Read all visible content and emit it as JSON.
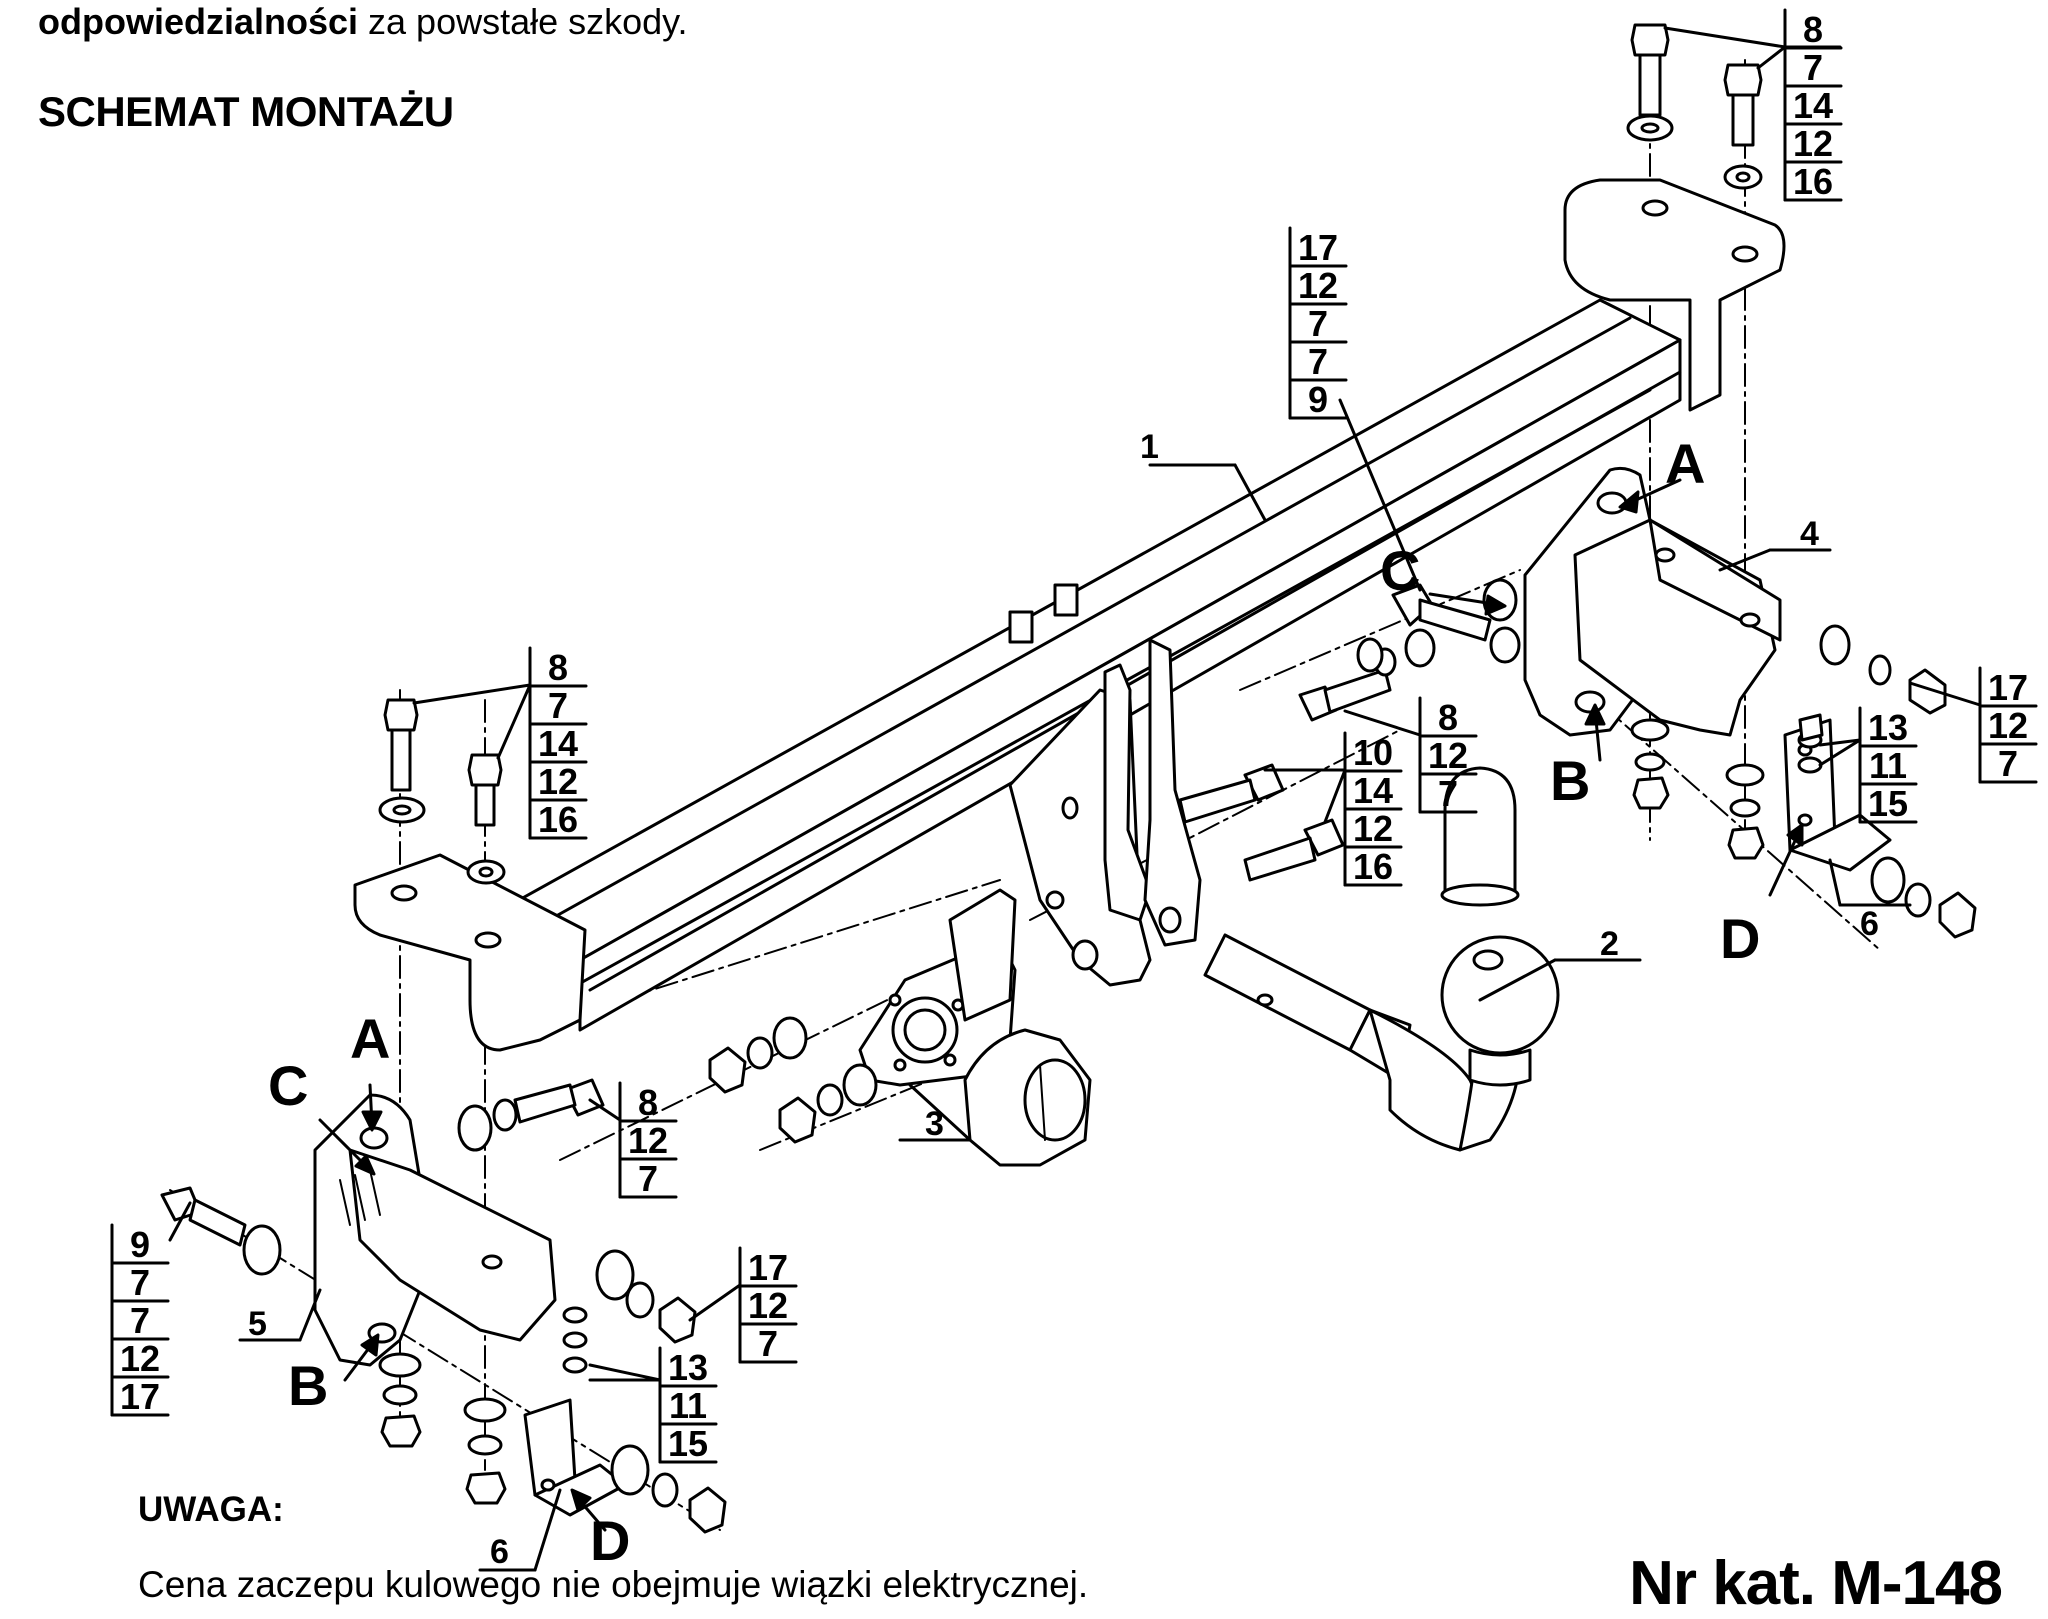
{
  "intro": {
    "bold": "odpowiedzialności",
    "rest": " za powstałe szkody."
  },
  "heading": "SCHEMAT MONTAŻU",
  "note": {
    "title": "UWAGA:",
    "body": "Cena zaczepu kulowego nie obejmuje wiązki elektrycznej."
  },
  "catalog": "Nr kat. M-148",
  "stacks": {
    "top_right": [
      "8",
      "7",
      "14",
      "12",
      "16"
    ],
    "center_top": [
      "17",
      "12",
      "7",
      "7",
      "9"
    ],
    "left_upper": [
      "8",
      "7",
      "14",
      "12",
      "16"
    ],
    "center_mid": [
      "8",
      "12",
      "7"
    ],
    "center_bolts": [
      "10",
      "14",
      "12",
      "16"
    ],
    "right_nuts": [
      "17",
      "12",
      "7"
    ],
    "right_bracket": [
      "13",
      "11",
      "15"
    ],
    "left_mid": [
      "8",
      "12",
      "7"
    ],
    "left_lower": [
      "9",
      "7",
      "7",
      "12",
      "17"
    ],
    "left_nuts": [
      "17",
      "12",
      "7"
    ],
    "left_bracket": [
      "13",
      "11",
      "15"
    ]
  },
  "parts": {
    "p1": "1",
    "p2": "2",
    "p3": "3",
    "p4": "4",
    "p5": "5",
    "p6_right": "6",
    "p6_left": "6"
  },
  "letters": {
    "a_right": "A",
    "b_right": "B",
    "c_right": "C",
    "d_right": "D",
    "a_left": "A",
    "b_left": "B",
    "c_left": "C",
    "d_left": "D"
  }
}
